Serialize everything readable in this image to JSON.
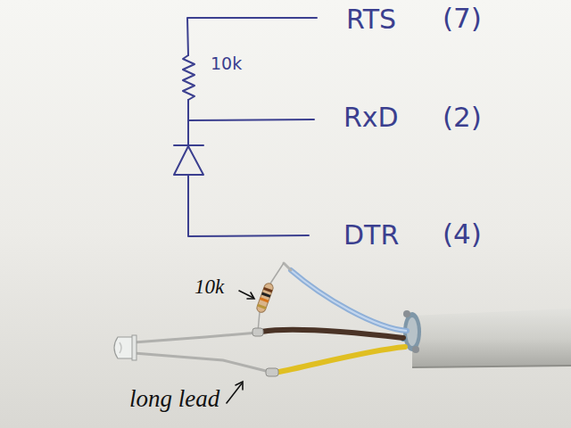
{
  "diagram": {
    "labels": [
      "10k",
      "RTS",
      "(7)",
      "RxD",
      "(2)",
      "DTR",
      "(4)",
      "10k",
      "long lead"
    ]
  }
}
